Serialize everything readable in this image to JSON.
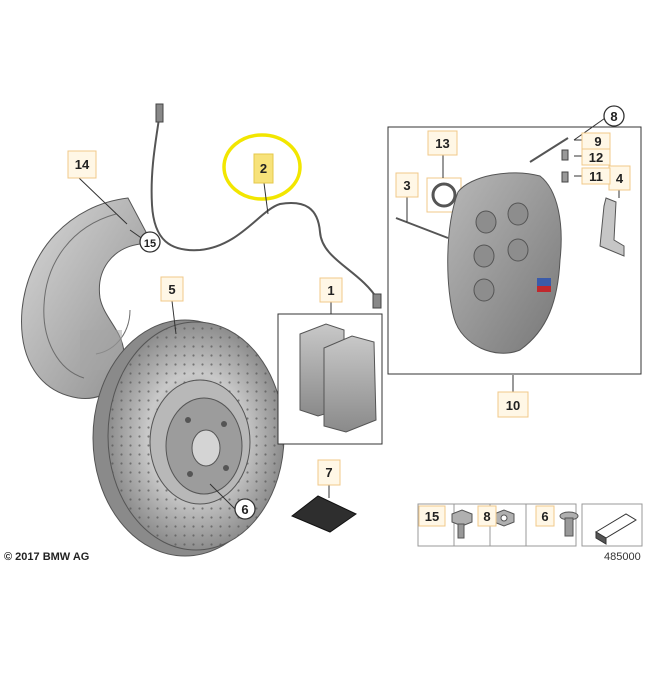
{
  "callouts": {
    "c1": "1",
    "c2": "2",
    "c3": "3",
    "c4": "4",
    "c5": "5",
    "c6": "6",
    "c7": "7",
    "c8": "8",
    "c9": "9",
    "c10": "10",
    "c11": "11",
    "c12": "12",
    "c13": "13",
    "c14": "14",
    "c15": "15",
    "circle_8": "8",
    "circle_15": "15",
    "circle_6": "6",
    "tbl_15": "15",
    "tbl_8": "8",
    "tbl_6": "6"
  },
  "footer": {
    "copyright": "© 2017 BMW AG",
    "doc_number": "485000"
  },
  "colors": {
    "highlight_ring": "#f2e600",
    "highlight_box": "#f7e27a",
    "callout_box": "#fff7e6"
  }
}
